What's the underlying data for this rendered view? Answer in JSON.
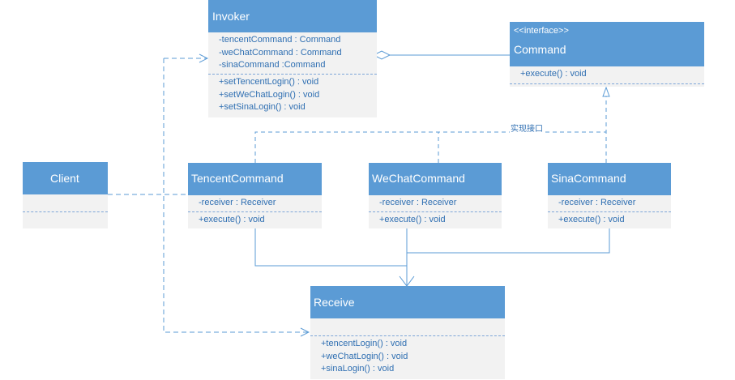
{
  "classes": {
    "invoker": {
      "name": "Invoker",
      "attributes": [
        "-tencentCommand : Command",
        "-weChatCommand : Command",
        "-sinaCommand :Command"
      ],
      "operations": [
        "+setTencentLogin() : void",
        "+setWeChatLogin() : void",
        "+setSinaLogin() : void"
      ]
    },
    "command": {
      "stereotype": "<<interface>>",
      "name": "Command",
      "operations": [
        "+execute() : void"
      ]
    },
    "client": {
      "name": "Client"
    },
    "tencent": {
      "name": "TencentCommand",
      "attributes": [
        "-receiver : Receiver"
      ],
      "operations": [
        "+execute() : void"
      ]
    },
    "wechat": {
      "name": "WeChatCommand",
      "attributes": [
        "-receiver : Receiver"
      ],
      "operations": [
        "+execute() : void"
      ]
    },
    "sina": {
      "name": "SinaCommand",
      "attributes": [
        "-receiver : Receiver"
      ],
      "operations": [
        "+execute() : void"
      ]
    },
    "receive": {
      "name": "Receive",
      "operations": [
        "+tencentLogin() : void",
        "+weChatLogin() : void",
        "+sinaLogin() : void"
      ]
    }
  },
  "connectors": {
    "realization_label": "实现接口"
  },
  "colors": {
    "header": "#5b9bd5",
    "body": "#f2f2f2",
    "member_text": "#2f6fb2",
    "line": "#5b9bd5"
  }
}
